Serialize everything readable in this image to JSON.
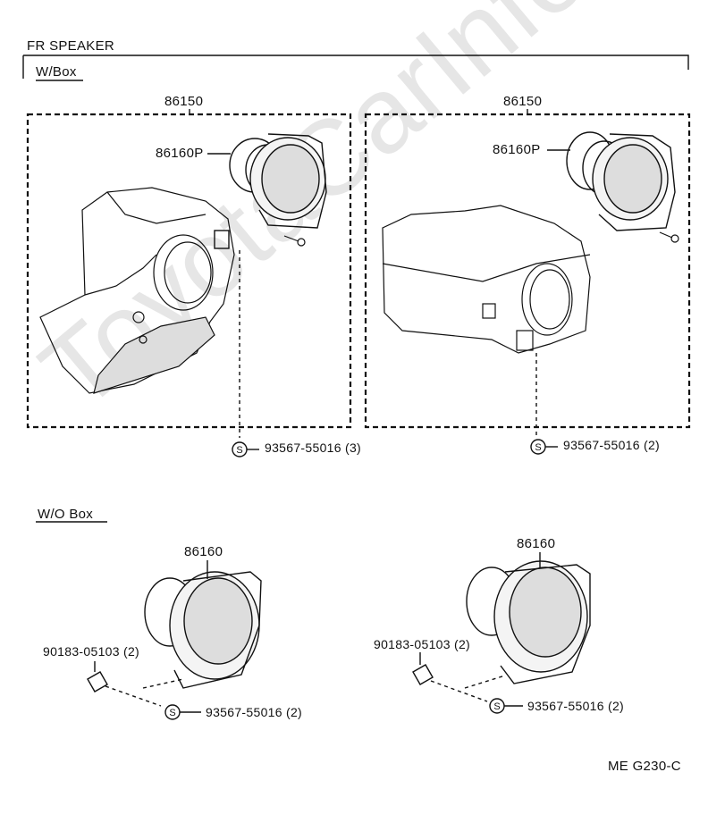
{
  "title": "FR SPEAKER",
  "sections": {
    "with_box": "W/Box",
    "without_box": "W/O Box"
  },
  "parts": {
    "box_left": "86150",
    "box_right": "86150",
    "speaker_p_left": "86160P",
    "speaker_p_right": "86160P",
    "screw_left": "93567-55016 (3)",
    "screw_right": "93567-55016 (2)",
    "speaker_left": "86160",
    "speaker_right": "86160",
    "nut_left": "90183-05103 (2)",
    "nut_right": "90183-05103 (2)",
    "screw_lower_left": "93567-55016 (2)",
    "screw_lower_right": "93567-55016 (2)"
  },
  "symbols": {
    "screw_symbol": "S"
  },
  "footer_code": "ME G230-C"
}
